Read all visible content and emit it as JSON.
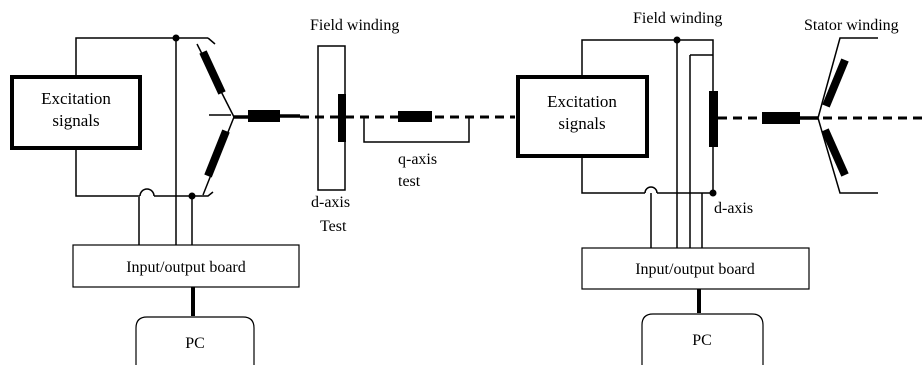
{
  "left": {
    "excitation_line1": "Excitation",
    "excitation_line2": "signals",
    "field_winding": "Field winding",
    "d_axis": "d-axis",
    "d_test": "Test",
    "q_axis": "q-axis",
    "q_test": "test",
    "io_board": "Input/output board",
    "pc": "PC"
  },
  "right": {
    "field_winding": "Field winding",
    "stator_winding": "Stator winding",
    "excitation_line1": "Excitation",
    "excitation_line2": "signals",
    "d_axis": "d-axis",
    "io_board": "Input/output board",
    "pc": "PC"
  }
}
